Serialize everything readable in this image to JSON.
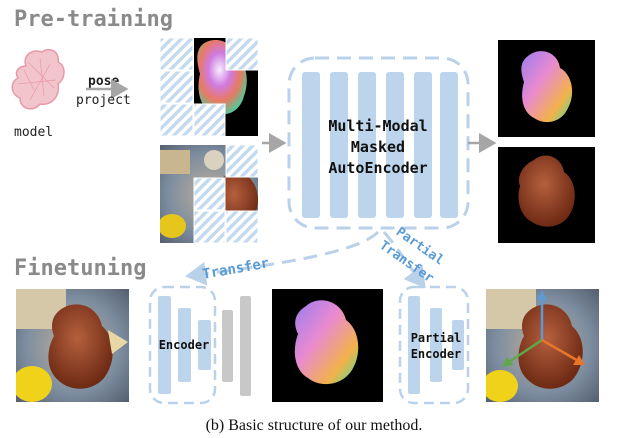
{
  "sections": {
    "pretraining_title": "Pre-training",
    "finetuning_title": "Finetuning"
  },
  "labels": {
    "model": "model",
    "pose": "pose",
    "project": "project",
    "mae_line1": "Multi-Modal",
    "mae_line2": "Masked",
    "mae_line3": "AutoEncoder",
    "transfer": "Transfer",
    "partial": "Partial",
    "partial_transfer": "Transfer",
    "encoder": "Encoder",
    "partial_encoder_line1": "Partial",
    "partial_encoder_line2": "Encoder"
  },
  "caption": "(b)  Basic structure of our method.",
  "colors": {
    "title_gray": "#8a8a8a",
    "block_blue": "#bcd5ec",
    "dash_blue": "#b9d2ea",
    "transfer_blue": "#5b9bd5",
    "decoder_gray": "#c8c8c8",
    "arrow_gray": "#a6a6a6",
    "model_pink": "#e79aa6",
    "axis_blue": "#5b9bd5",
    "axis_green": "#5fa84a",
    "axis_orange": "#e8752a"
  },
  "icons": {
    "mesh": "mesh-model-icon",
    "nocs_map": "nocs-map-icon",
    "rgb_crop": "rgb-crop-icon",
    "pose_axes": "pose-axes-icon"
  }
}
